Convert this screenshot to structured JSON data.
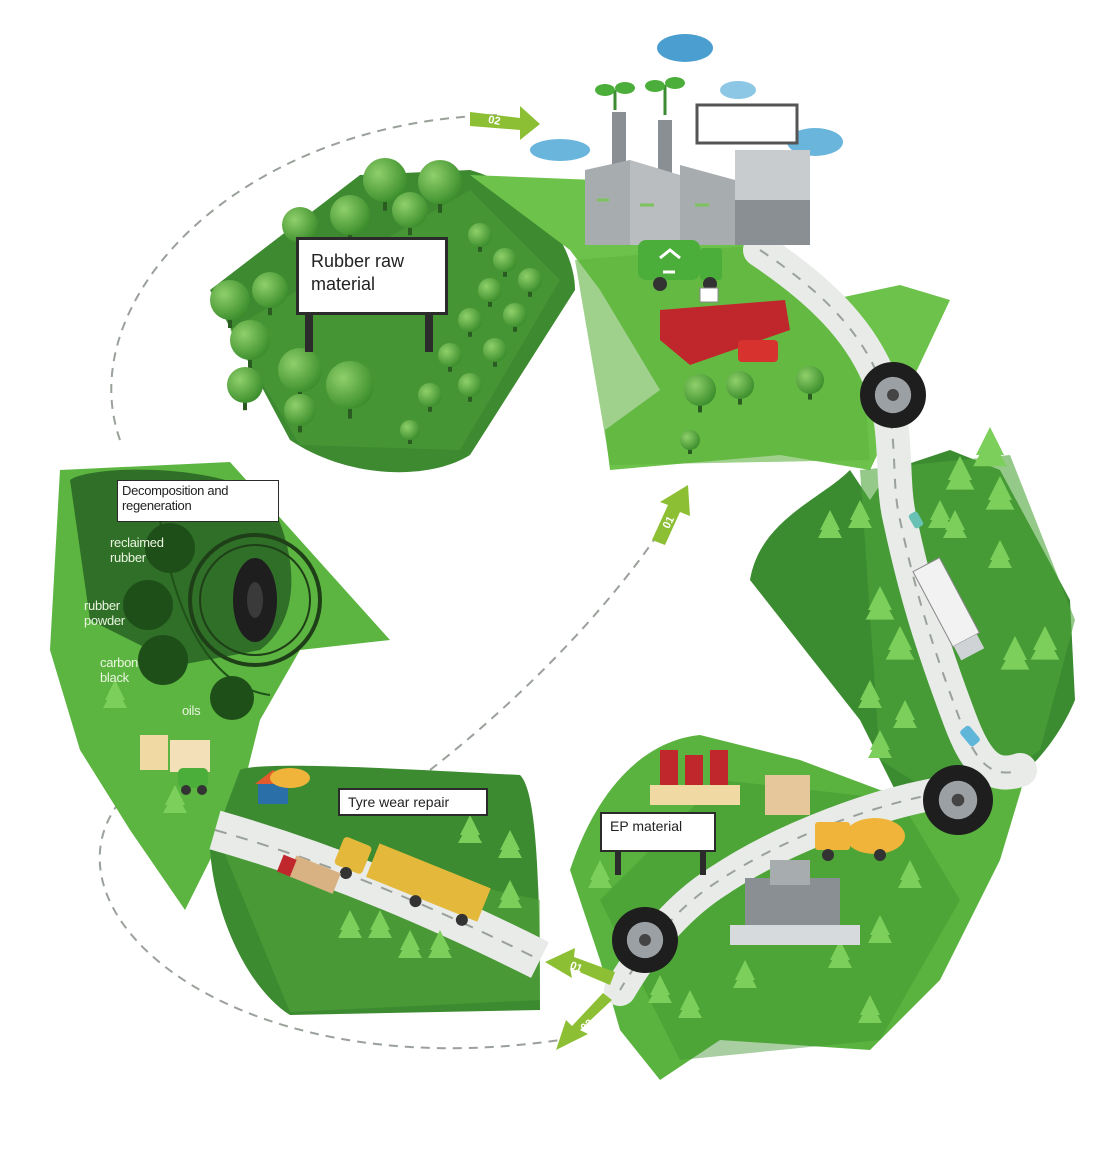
{
  "stages": {
    "raw_material": "Rubber raw\nmaterial",
    "decomposition": "Decomposition and regeneration",
    "repair": "Tyre wear repair",
    "ep": "EP material"
  },
  "products": {
    "reclaimed": "reclaimed\nrubber",
    "powder": "rubber\npowder",
    "carbon": "carbon\nblack",
    "oils": "oils"
  },
  "arrows": {
    "a1": "01",
    "a2": "02",
    "a3": "01",
    "a4": "02"
  },
  "colors": {
    "light_green": "#6cc24a",
    "mid_green": "#4a9e35",
    "dark_green": "#2f7d2a",
    "arrow_green": "#8dbf35",
    "road": "#e8ebe8"
  }
}
